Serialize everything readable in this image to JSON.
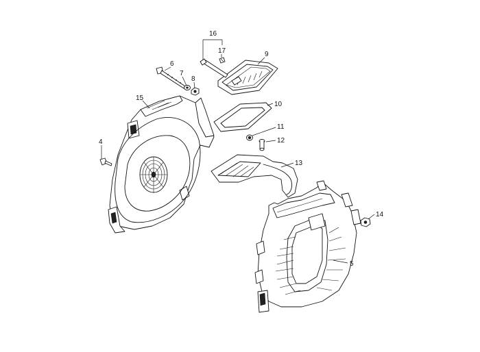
{
  "diagram": {
    "callouts": [
      {
        "id": "p4",
        "text": "4"
      },
      {
        "id": "p5",
        "text": "5"
      },
      {
        "id": "p6",
        "text": "6"
      },
      {
        "id": "p7",
        "text": "7"
      },
      {
        "id": "p8",
        "text": "8"
      },
      {
        "id": "p9",
        "text": "9"
      },
      {
        "id": "p10",
        "text": "10"
      },
      {
        "id": "p11",
        "text": "11"
      },
      {
        "id": "p12",
        "text": "12"
      },
      {
        "id": "p13",
        "text": "13"
      },
      {
        "id": "p14",
        "text": "14"
      },
      {
        "id": "p15",
        "text": "15"
      },
      {
        "id": "p16",
        "text": "16"
      },
      {
        "id": "p17",
        "text": "17"
      }
    ]
  }
}
